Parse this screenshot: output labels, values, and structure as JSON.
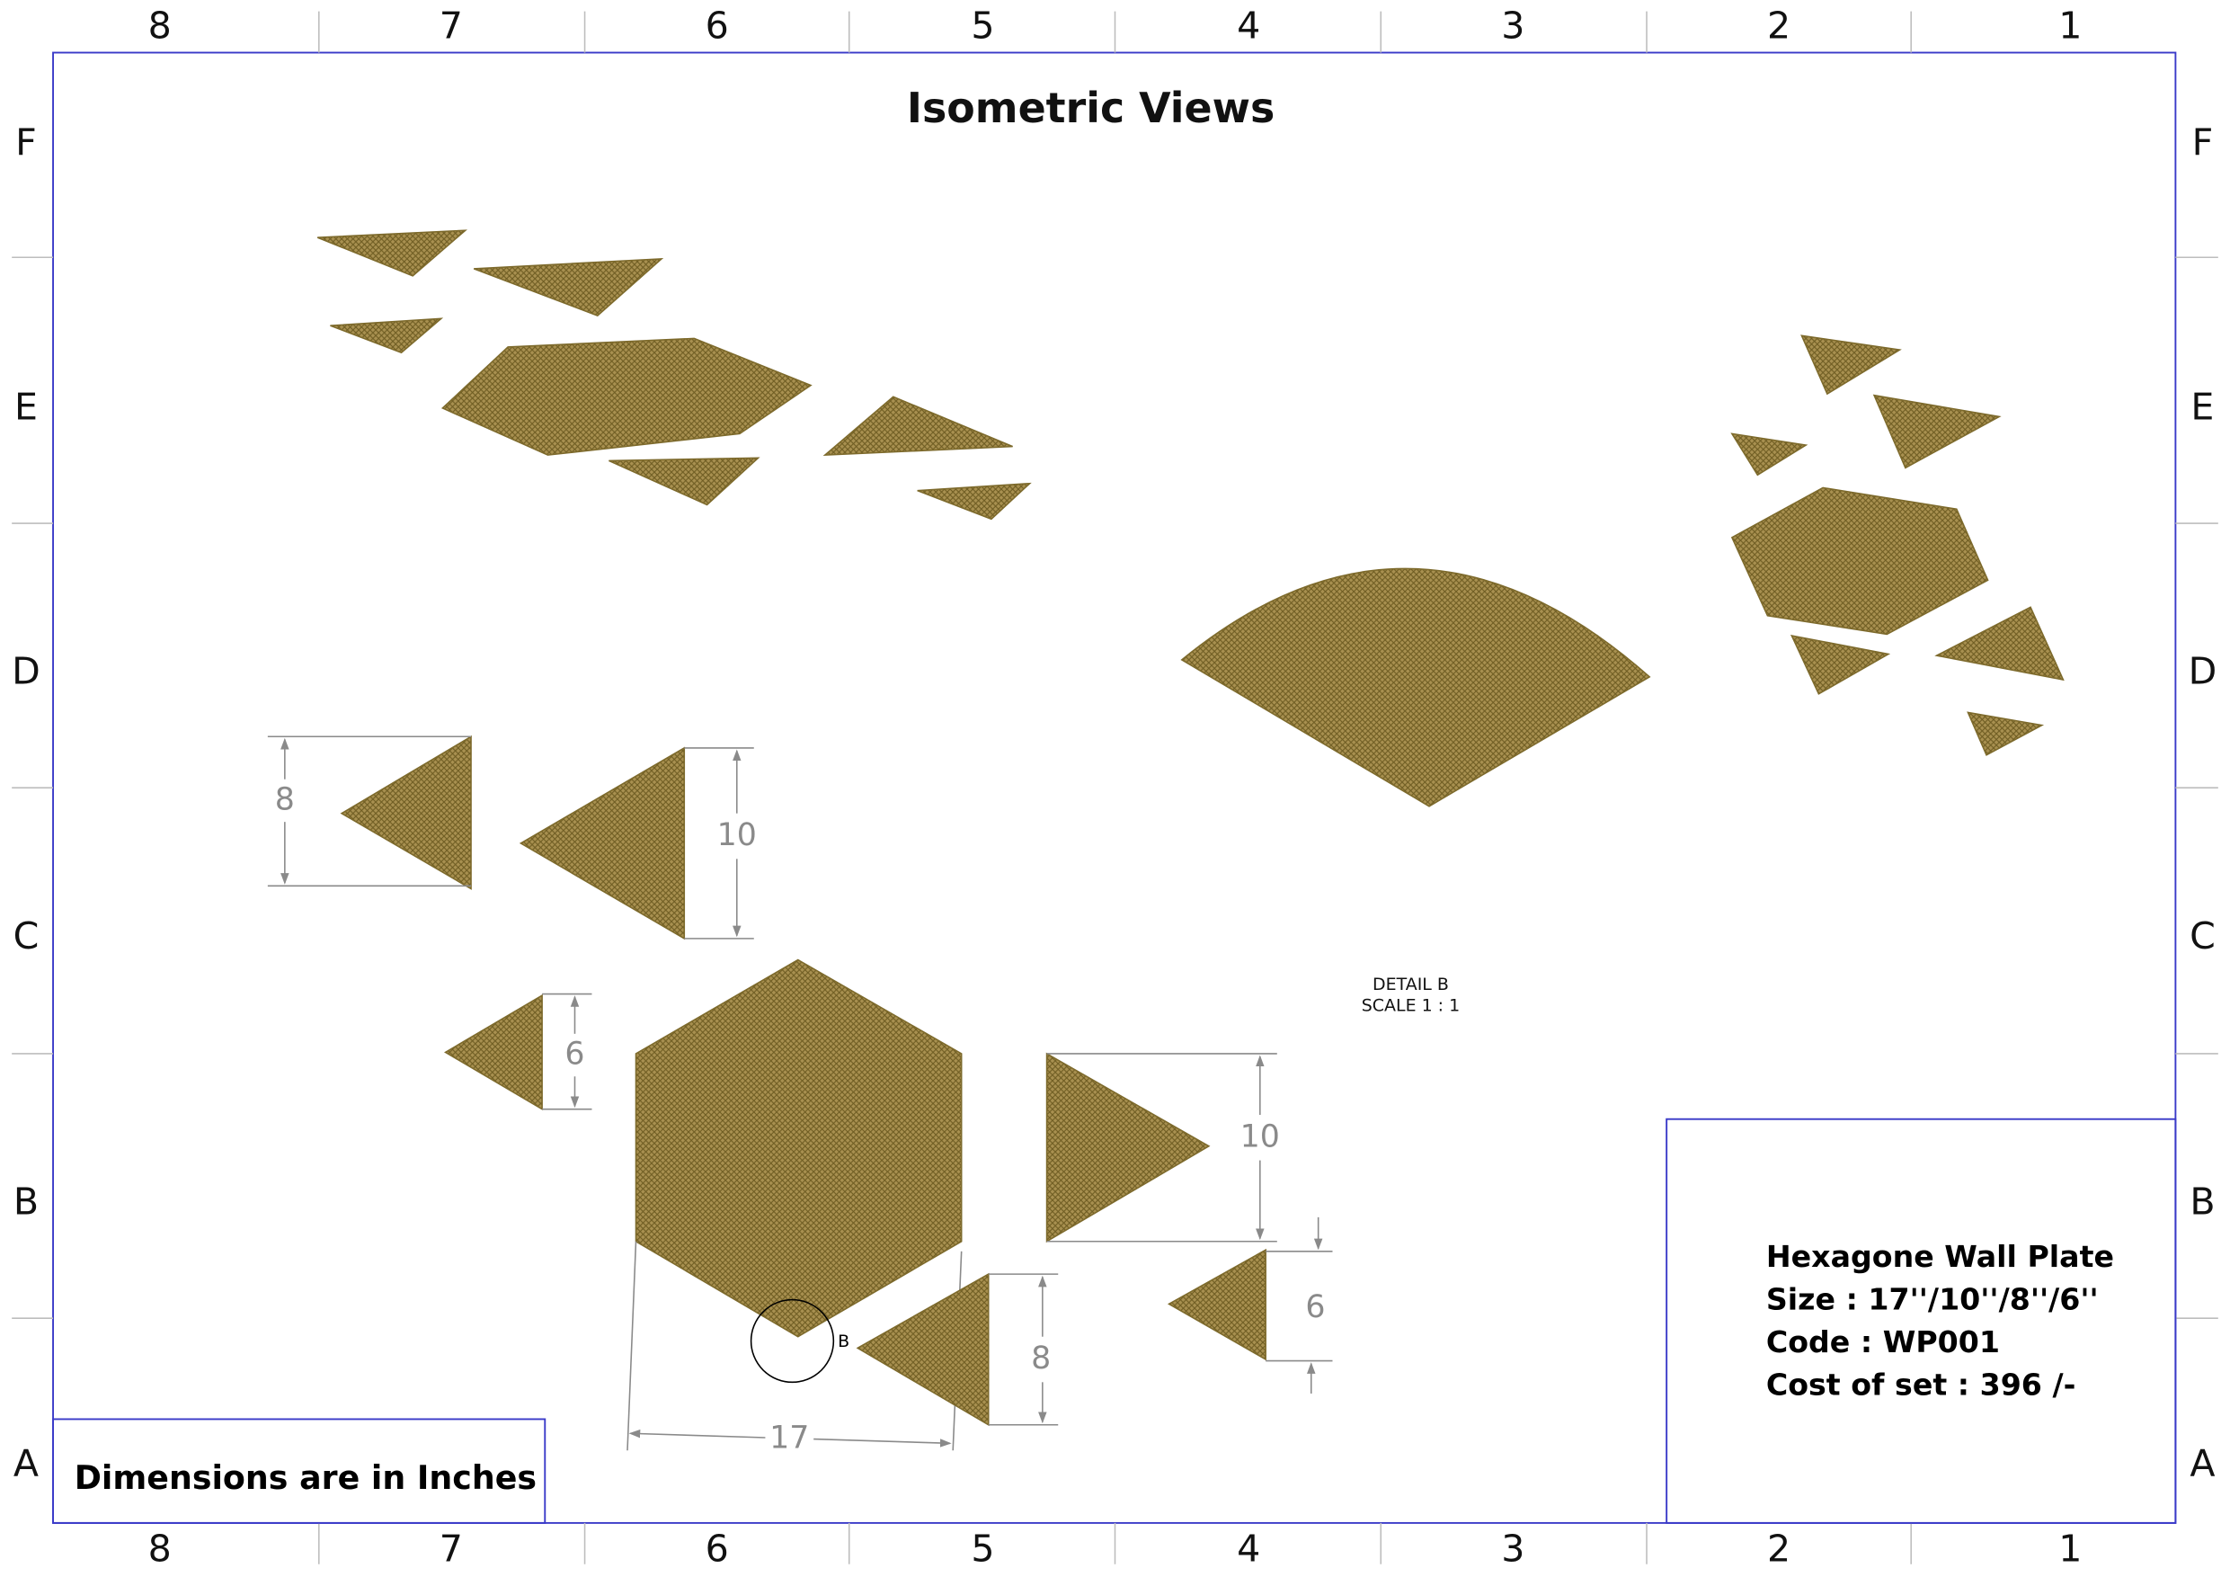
{
  "sheet": {
    "title": "Isometric Views",
    "columns": [
      "8",
      "7",
      "6",
      "5",
      "4",
      "3",
      "2",
      "1"
    ],
    "rows": [
      "F",
      "E",
      "D",
      "C",
      "B",
      "A"
    ]
  },
  "dimensions": {
    "tri8_left": "8",
    "tri10_left": "10",
    "tri6_left": "6",
    "hex_width": "17",
    "tri10_right": "10",
    "tri8_bottom": "8",
    "tri6_right": "6"
  },
  "detail": {
    "callout": "B",
    "label": "DETAIL B",
    "scale": "SCALE 1 : 1"
  },
  "title_block": {
    "name": "Hexagone Wall Plate",
    "size": "Size : 17''/10''/8''/6''",
    "code": "Code : WP001",
    "cost": "Cost of set : 396 /-"
  },
  "note": "Dimensions are in Inches",
  "colors": {
    "frame": "#3a3ac8",
    "part": "#9c8640"
  }
}
